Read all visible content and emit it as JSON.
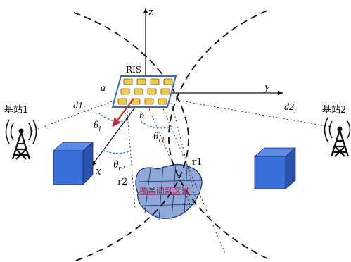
{
  "labels": {
    "z_axis": "z",
    "y_axis": "y",
    "x_axis": "x",
    "ris": "RIS",
    "edge_a": "a",
    "edge_b": "b",
    "distance_1": "d1",
    "distance_1_sub": "i",
    "distance_2": "d2",
    "distance_2_sub": "i",
    "theta_i": "θ",
    "theta_i_sub": "i",
    "theta_r1": "θ",
    "theta_r1_sub": "r1",
    "theta_r2": "θ",
    "theta_r2_sub": "r2",
    "r1": "r1",
    "r2": "r2",
    "base_station_1": "基站1",
    "base_station_2": "基站2",
    "coverage_area": "覆盖问题区域"
  },
  "colors": {
    "ris_element": "#f2c94c",
    "ris_board": "#ffffff",
    "ris_border": "#3a6fb0",
    "cube_front": "#3a6fd8",
    "cube_side": "#2a52a8",
    "cube_top": "#5b8ae8",
    "region_fill": "#8fa8d8",
    "region_text": "#b02050",
    "incident_ray": "#d02020",
    "angle_arc": "#3a7bd5"
  },
  "icons": [
    "tower-icon",
    "building-icon",
    "ris-panel-icon"
  ]
}
